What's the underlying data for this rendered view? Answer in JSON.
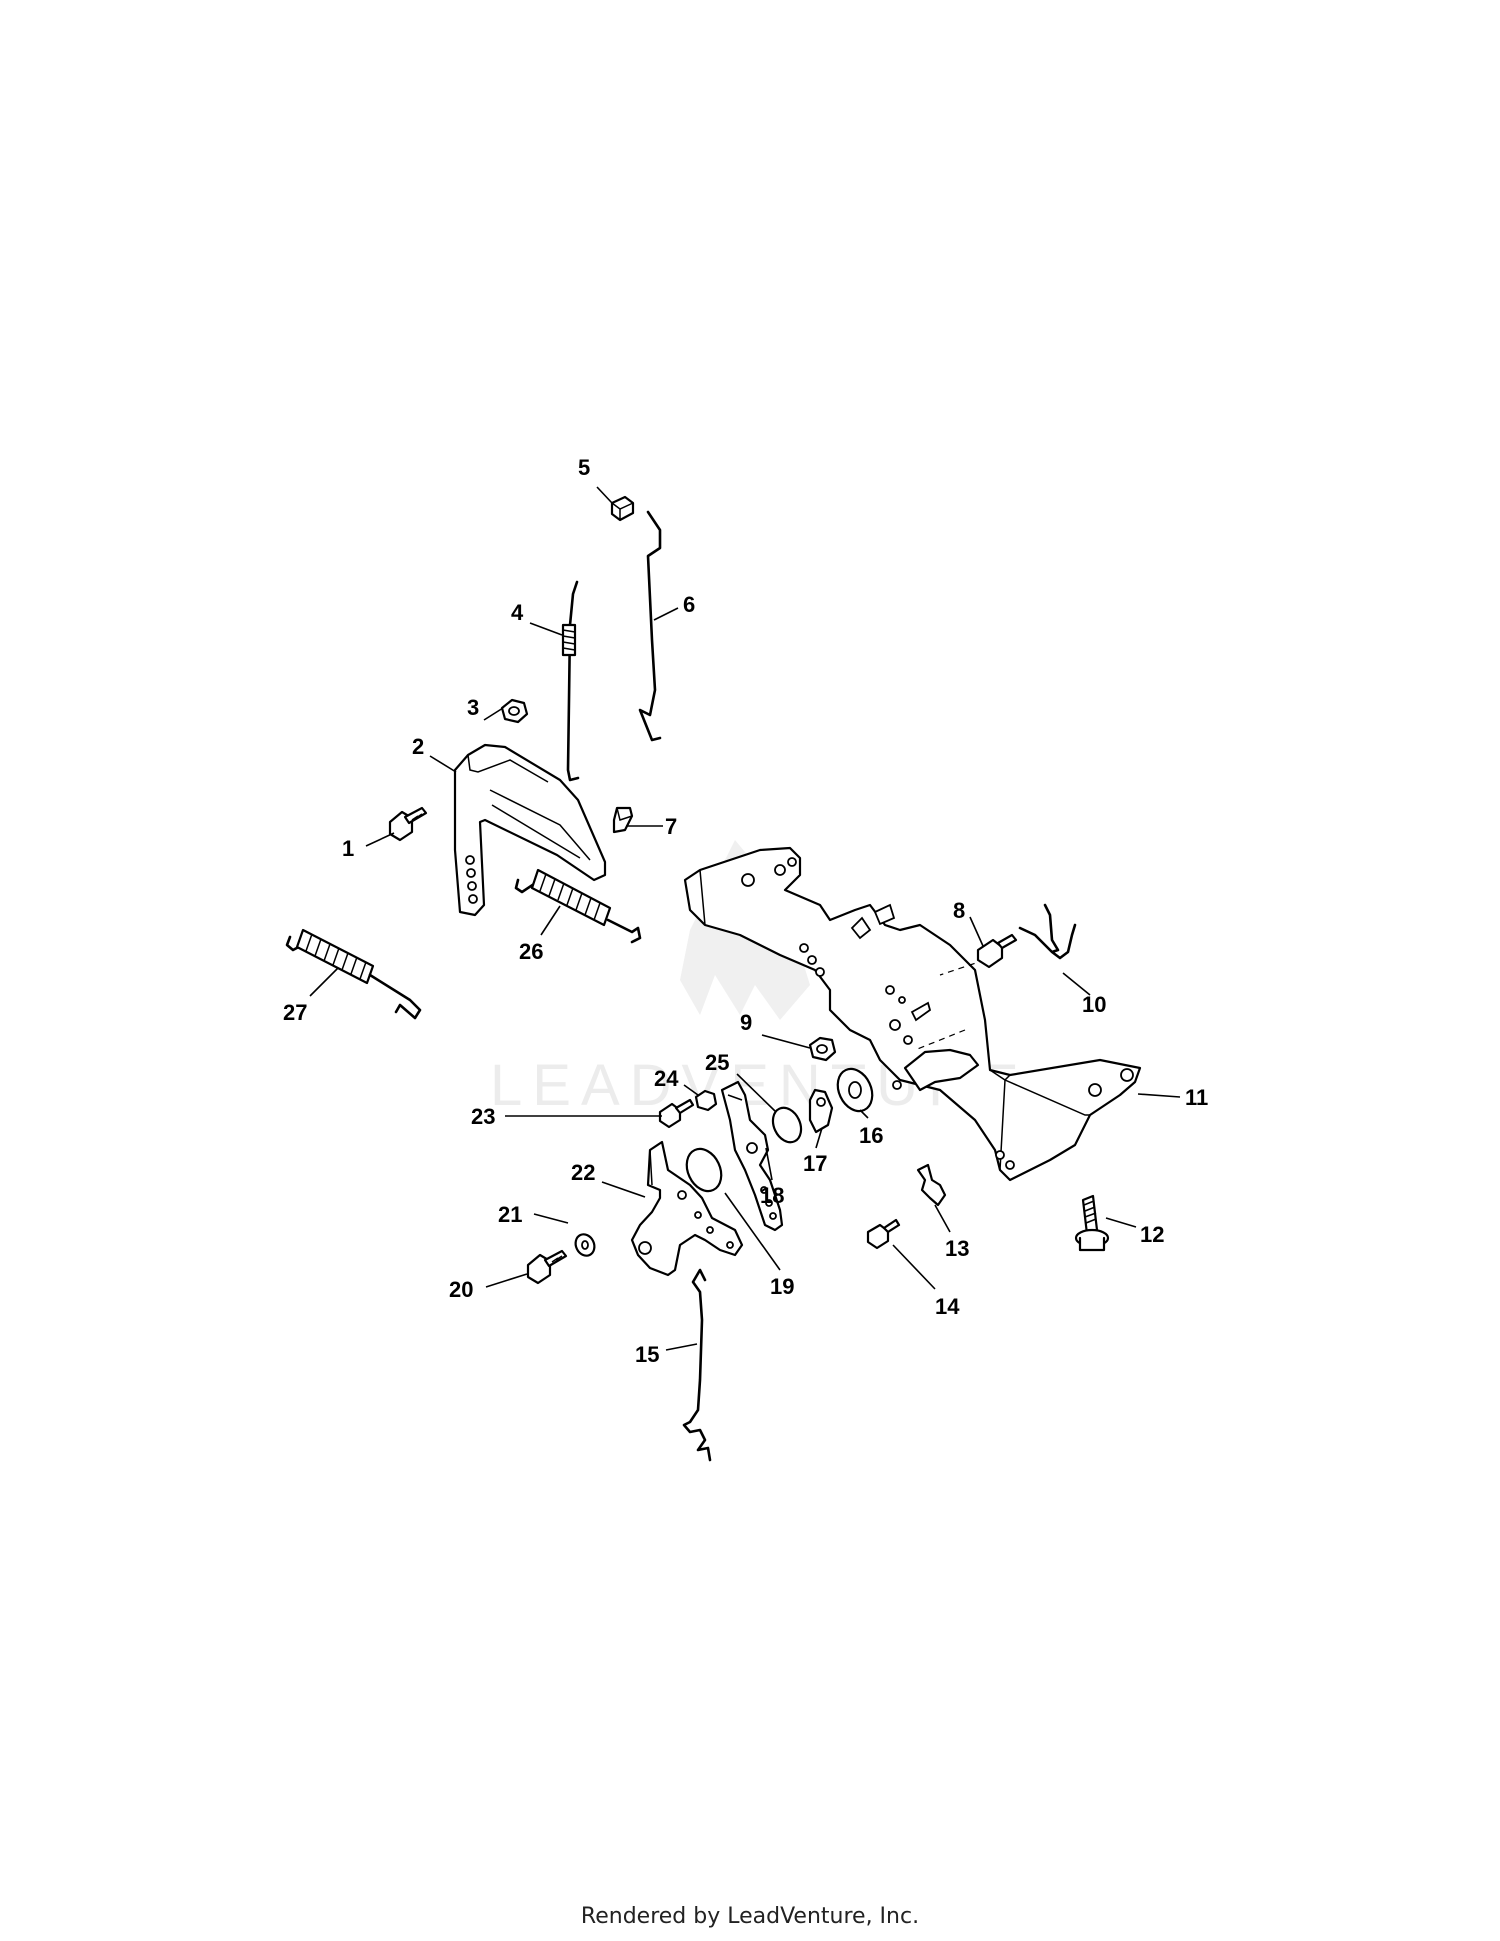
{
  "watermark": "LEADVENTURE",
  "footer": "Rendered by LeadVenture, Inc.",
  "callouts": [
    "1",
    "2",
    "3",
    "4",
    "5",
    "6",
    "7",
    "8",
    "9",
    "10",
    "11",
    "12",
    "13",
    "14",
    "15",
    "16",
    "17",
    "18",
    "19",
    "20",
    "21",
    "22",
    "23",
    "24",
    "25",
    "26",
    "27"
  ]
}
